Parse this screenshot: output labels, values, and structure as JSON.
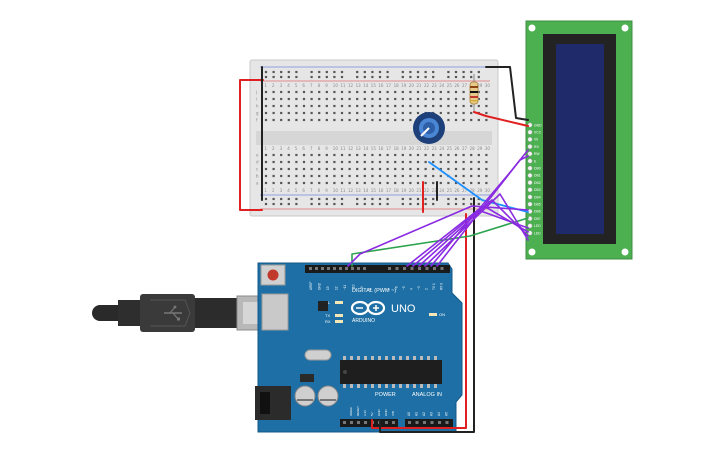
{
  "arduino": {
    "brand": "ARDUINO",
    "model": "UNO",
    "digital_label": "DIGITAL (PWM ~)",
    "power_label": "POWER",
    "analog_label": "ANALOG IN",
    "on_label": "ON",
    "led_labels": [
      "L",
      "TX",
      "RX"
    ],
    "top_header_pins": [
      "AREF",
      "GND",
      "13",
      "12",
      "~11",
      "~10",
      "~9",
      "8",
      "7",
      "~6",
      "~5",
      "4",
      "~3",
      "2",
      "TX 1",
      "RX 0"
    ],
    "power_pins": [
      "IOREF",
      "RESET",
      "3.3V",
      "5V",
      "GND",
      "GND",
      "VIN"
    ],
    "analog_pins": [
      "A0",
      "A1",
      "A2",
      "A3",
      "A4",
      "A5"
    ]
  },
  "lcd": {
    "pin_labels": [
      "GND",
      "VCC",
      "V0",
      "RS",
      "RW",
      "E",
      "DB0",
      "DB1",
      "DB2",
      "DB3",
      "DB4",
      "DB5",
      "DB6",
      "DB7",
      "LED",
      "LED"
    ]
  },
  "breadboard": {
    "column_numbers": [
      "1",
      "2",
      "3",
      "4",
      "5",
      "6",
      "7",
      "8",
      "9",
      "10",
      "11",
      "12",
      "13",
      "14",
      "15",
      "16",
      "17",
      "18",
      "19",
      "20",
      "21",
      "22",
      "23",
      "24",
      "25",
      "26",
      "27",
      "28",
      "29",
      "30"
    ],
    "row_letters_top": [
      "j",
      "i",
      "h",
      "g",
      "f"
    ],
    "row_letters_bottom": [
      "e",
      "d",
      "c",
      "b",
      "a"
    ]
  },
  "colors": {
    "pcb": "#1d6fa5",
    "breadboard": "#e6e6e6",
    "lcd_board": "#4caf50",
    "lcd_screen": "#1f2a6b",
    "wire_red": "#e02020",
    "wire_black": "#222222",
    "wire_purple": "#8a2be2",
    "wire_green": "#2ea44f",
    "wire_blue": "#1e90ff"
  }
}
